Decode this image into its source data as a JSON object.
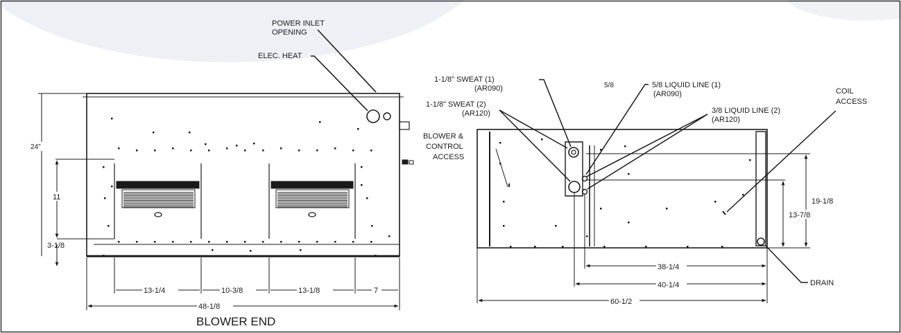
{
  "colors": {
    "line": "#1a1a1a",
    "background": "#ffffff",
    "watermark": "#eceef4"
  },
  "blower_end": {
    "title": "BLOWER END",
    "labels": {
      "power_inlet": [
        "POWER INLET",
        "OPENING"
      ],
      "elec_heat": "ELEC. HEAT"
    },
    "dims": {
      "height_total": "24\"",
      "height_opening": "11",
      "height_base": "3-1/8",
      "seg1": "13-1/4",
      "seg2": "10-3/8",
      "seg3": "13-1/8",
      "seg4": "7",
      "width_total": "48-1/8"
    }
  },
  "side_view": {
    "labels": {
      "sweat1": [
        "1-1/8\" SWEAT (1)",
        "(AR090)"
      ],
      "sweat2": [
        "1-1/8\" SWEAT (2)",
        "(AR120)"
      ],
      "note_58": "5/8",
      "liquid1": [
        "5/8  LIQUID LINE (1)",
        "(AR090)"
      ],
      "liquid2": [
        "3/8 LIQUID LINE (2)",
        "(AR120)"
      ],
      "coil_access": [
        "COIL",
        "ACCESS"
      ],
      "blower_access": [
        "BLOWER &",
        "CONTROL",
        "ACCESS"
      ],
      "drain": "DRAIN"
    },
    "dims": {
      "h1": "19-1/8",
      "h2": "13-7/8",
      "w1": "38-1/4",
      "w2": "40-1/4",
      "w_total": "60-1/2"
    }
  }
}
